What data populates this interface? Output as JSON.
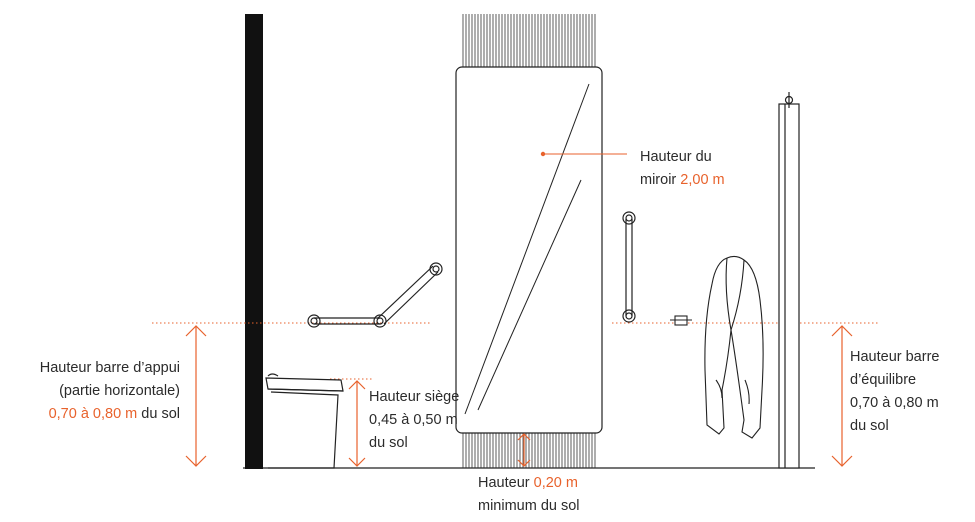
{
  "colors": {
    "accent": "#e8622c",
    "line": "#222222",
    "text": "#2b2b2b"
  },
  "labels": {
    "mirror": {
      "line1": "Hauteur du",
      "line2_prefix": "miroir",
      "line2_value": "2,00 m"
    },
    "grab_bar": {
      "line1": "Hauteur barre d’appui",
      "line2": "(partie horizontale)",
      "line3_value": "0,70 à 0,80 m",
      "line3_suffix": "du sol"
    },
    "seat": {
      "line1": "Hauteur siège",
      "line2_value": "0,45 à 0,50 m",
      "line3": "du sol"
    },
    "floor_gap": {
      "line1_prefix": "Hauteur",
      "line1_value": "0,20 m",
      "line2": "minimum du sol"
    },
    "balance_bar": {
      "line1": "Hauteur barre",
      "line2": "d’équilibre",
      "line3_value": "0,70 à 0,80 m",
      "line4": "du sol"
    }
  }
}
